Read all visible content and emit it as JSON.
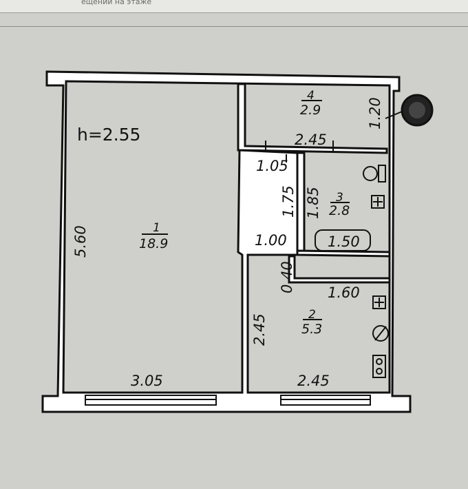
{
  "header": {
    "caption": "ещении на этаже"
  },
  "plan": {
    "ceiling_height": "h=2.55",
    "rooms": [
      {
        "id": "room-1",
        "number": "1",
        "area": "18.9"
      },
      {
        "id": "room-2",
        "number": "2",
        "area": "5.3"
      },
      {
        "id": "room-3",
        "number": "3",
        "area": "2.8"
      },
      {
        "id": "room-4",
        "number": "4",
        "area": "2.9"
      }
    ],
    "dimensions": {
      "left_height": "5.60",
      "bottom_left": "3.05",
      "bottom_right": "2.45",
      "room4_width": "2.45",
      "room4_height": "1.20",
      "corridor_width": "1.05",
      "corridor_height": "1.75",
      "bath_height": "1.85",
      "corridor_lower": "1.00",
      "bath_fixture": "1.50",
      "kitchen_offset": "0.40",
      "kitchen_width": "1.60",
      "kitchen_height": "2.45"
    }
  }
}
